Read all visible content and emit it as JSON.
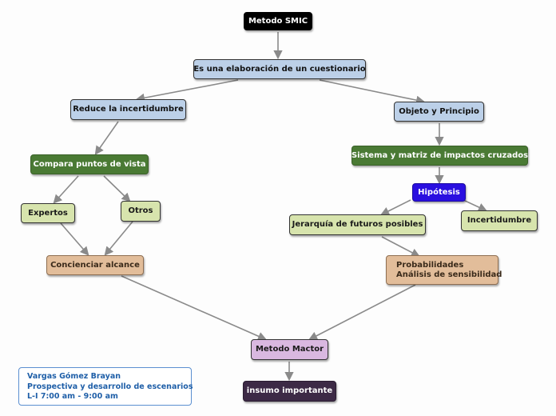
{
  "nodes": {
    "root": "Metodo SMIC",
    "cuestionario": "Es una elaboración de un cuestionario",
    "reduce": "Reduce la incertidumbre",
    "objeto": "Objeto y Principio",
    "compara": "Compara puntos de vista",
    "sistema": "Sistema y matriz de impactos cruzados",
    "hipotesis": "Hipótesis",
    "expertos": "Expertos",
    "otros": "Otros",
    "jerarquia": "Jerarquía de futuros posibles",
    "incertidumbre": "Incertidumbre",
    "concienciar": "Concienciar alcance",
    "probabilidades_1": "Probabilidades",
    "probabilidades_2": "Análisis de sensibilidad",
    "mactor": "Metodo Mactor",
    "insumo": "insumo importante"
  },
  "info_box": {
    "line1": "Vargas Gómez Brayan",
    "line2": "Prospectiva y desarrollo de escenarios",
    "line3": "L-I 7:00 am - 9:00 am"
  },
  "colors": {
    "edge": "#8a8a8a"
  }
}
